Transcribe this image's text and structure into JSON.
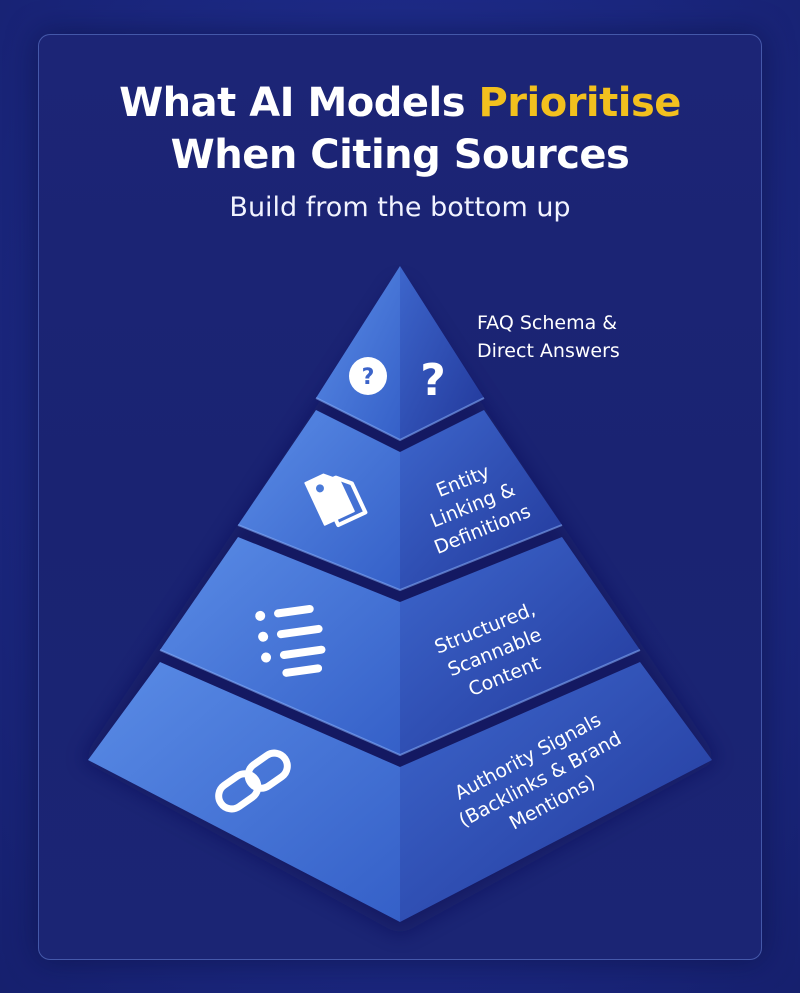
{
  "title": {
    "line1_prefix": "What AI Models ",
    "line1_accent": "Prioritise",
    "line2": "When Citing Sources"
  },
  "subtitle": "Build from the bottom up",
  "tiers": [
    {
      "lines": [
        "FAQ Schema &",
        "Direct Answers"
      ],
      "icon": "question-icon"
    },
    {
      "lines": [
        "Entity",
        "Linking &",
        "Definitions"
      ],
      "icon": "tag-icon"
    },
    {
      "lines": [
        "Structured,",
        "Scannable",
        "Content"
      ],
      "icon": "list-icon"
    },
    {
      "lines": [
        "Authority Signals",
        "(Backlinks & Brand",
        "Mentions)"
      ],
      "icon": "link-icon"
    }
  ],
  "colors": {
    "accent": "#f2c01e",
    "background": "#1b2574",
    "pyramid_light": "#4d7fe0",
    "pyramid_dark": "#2d4cb3"
  }
}
